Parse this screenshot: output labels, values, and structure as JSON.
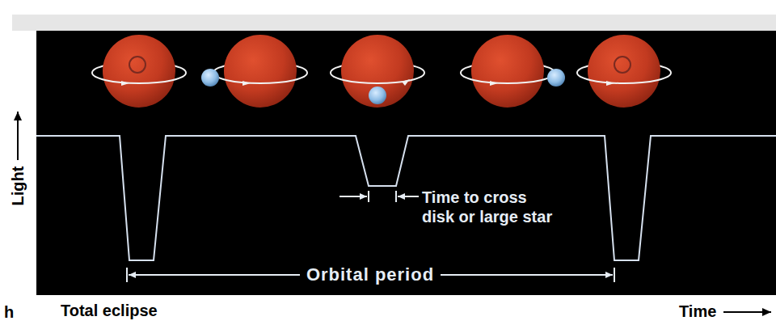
{
  "diagram": {
    "labels": [
      "Light",
      "Time to cross disk or large star",
      "Orbital period",
      "h",
      "Total eclipse",
      "Time"
    ]
  }
}
